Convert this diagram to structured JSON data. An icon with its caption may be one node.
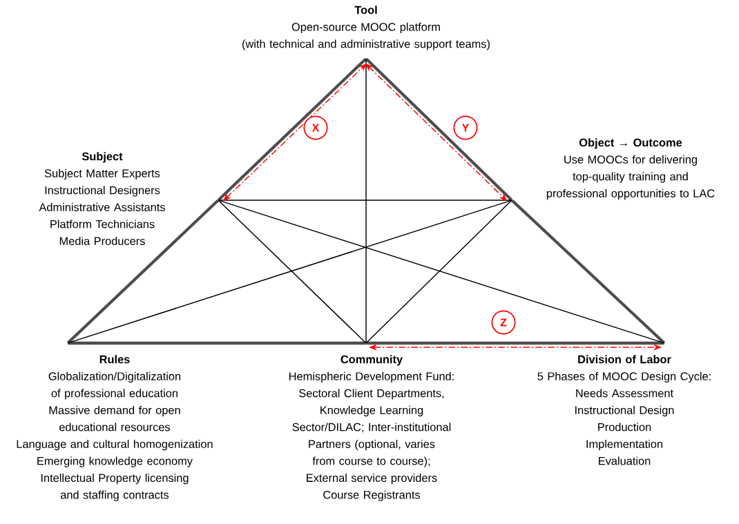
{
  "diagram": {
    "nodes": [
      {
        "text": [],
        "shape": "vertex",
        "beside": [
          "Tool",
          "Open-source MOOC platform",
          "(with technical and administrative support teams)"
        ]
      },
      {
        "text": [],
        "shape": "vertex",
        "beside": [
          "Subject",
          "Subject Matter Experts",
          "Instructional Designers",
          "Administrative Assistants",
          "Platform Technicians",
          "Media Producers"
        ]
      },
      {
        "text": [],
        "shape": "vertex",
        "beside": [
          "Object → Outcome",
          "Use MOOCs for delivering top-quality training and professional opportunities to LAC"
        ]
      },
      {
        "text": [],
        "shape": "vertex",
        "beside": [
          "Rules",
          "Globalization/Digitalization of professional education",
          "Massive demand for open educational resources",
          "Language and cultural homogenization",
          "Emerging knowledge economy",
          "Intellectual Property licensing and staffing contracts"
        ]
      },
      {
        "text": [],
        "shape": "vertex",
        "beside": [
          "Community",
          "Hemispheric Development Fund: Sectoral Client Departments, Knowledge Learning Sector/DILAC; Inter-institutional Partners (optional, varies from course to course);",
          "External service providers",
          "Course Registrants"
        ]
      },
      {
        "text": [],
        "shape": "vertex",
        "beside": [
          "Division of Labor",
          "5 Phases of MOOC Design Cycle:",
          "Needs Assessment",
          "Instructional Design",
          "Production",
          "Implementation",
          "Evaluation"
        ]
      }
    ],
    "edges": [
      {
        "from": 3,
        "to": 1,
        "arrow": "none",
        "style": "thick",
        "color": "#4d4d4d"
      },
      {
        "from": 1,
        "to": 0,
        "arrow": "none",
        "style": "thick",
        "color": "#4d4d4d"
      },
      {
        "from": 0,
        "to": 2,
        "arrow": "none",
        "style": "thick",
        "color": "#4d4d4d"
      },
      {
        "from": 2,
        "to": 5,
        "arrow": "none",
        "style": "thick",
        "color": "#4d4d4d"
      },
      {
        "from": 3,
        "to": 4,
        "arrow": "none",
        "style": "thick",
        "color": "#4d4d4d"
      },
      {
        "from": 4,
        "to": 5,
        "arrow": "none",
        "style": "thick",
        "color": "#4d4d4d"
      },
      {
        "from": 1,
        "to": 2,
        "arrow": "none"
      },
      {
        "from": 0,
        "to": 4,
        "arrow": "none"
      },
      {
        "from": 1,
        "to": 4,
        "arrow": "none"
      },
      {
        "from": 2,
        "to": 4,
        "arrow": "none"
      },
      {
        "from": 1,
        "to": 5,
        "arrow": "none"
      },
      {
        "from": 2,
        "to": 3,
        "arrow": "none"
      },
      {
        "from": 1,
        "to": 0,
        "arrow": "both",
        "label": "X",
        "style": "dashed",
        "color": "#ff0000"
      },
      {
        "from": 0,
        "to": 2,
        "arrow": "both",
        "label": "Y",
        "style": "dashed",
        "color": "#ff0000"
      },
      {
        "from": 4,
        "to": 5,
        "arrow": "both",
        "label": "Z",
        "style": "dashed",
        "color": "#ff0000"
      }
    ]
  }
}
